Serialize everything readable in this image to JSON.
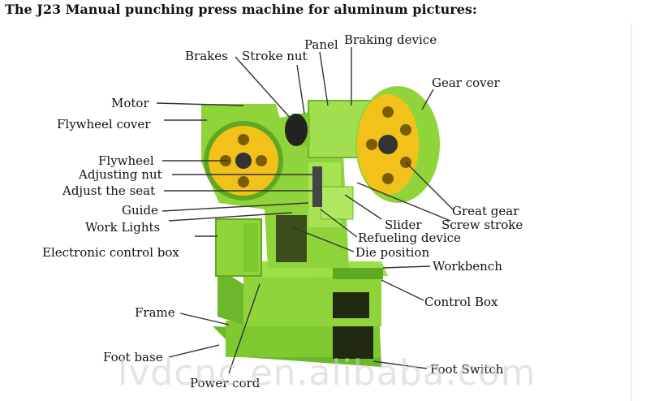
{
  "title": "The J23 Manual punching press machine for aluminum pictures:",
  "watermark": "lvdcnc.en.alibaba.com",
  "colors": {
    "machine_green": "#8fd43a",
    "machine_dark": "#5fa824",
    "wheel_yellow": "#f2c21b",
    "leader": "#333333"
  },
  "labels": {
    "brakes": "Brakes",
    "stroke_nut": "Stroke nut",
    "panel": "Panel",
    "braking_device": "Braking device",
    "gear_cover": "Gear cover",
    "motor": "Motor",
    "flywheel_cover": "Flywheel cover",
    "flywheel": "Flywheel",
    "adjusting_nut": "Adjusting nut",
    "adjust_seat": "Adjust the seat",
    "guide": "Guide",
    "work_lights": "Work Lights",
    "electronic_control_box": "Electronic control box",
    "great_gear": "Great gear",
    "slider": "Slider",
    "screw_stroke": "Screw stroke",
    "refueling_device": "Refueling device",
    "die_position": "Die position",
    "workbench": "Workbench",
    "control_box": "Control Box",
    "frame": "Frame",
    "foot_base": "Foot base",
    "foot_switch": "Foot Switch",
    "power_cord": "Power cord"
  }
}
